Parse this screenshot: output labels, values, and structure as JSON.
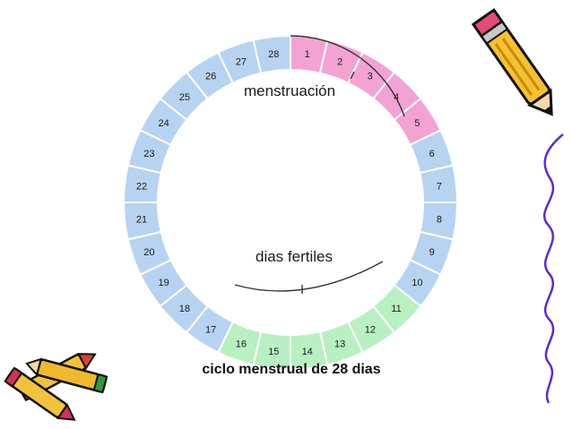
{
  "cycle": {
    "days": [
      "1",
      "2",
      "3",
      "4",
      "5",
      "6",
      "7",
      "8",
      "9",
      "10",
      "11",
      "12",
      "13",
      "14",
      "15",
      "16",
      "17",
      "18",
      "19",
      "20",
      "21",
      "22",
      "23",
      "24",
      "25",
      "26",
      "27",
      "28"
    ],
    "menstruation_days": [
      1,
      2,
      3,
      4,
      5
    ],
    "fertile_days": [
      11,
      12,
      13,
      14,
      15,
      16
    ],
    "menstruation_label": "menstruación",
    "fertile_label": "dias fertiles",
    "caption": "ciclo menstrual de 28 dias"
  },
  "colors": {
    "menstruation": "#f2a3d3",
    "fertile": "#b8f0c2",
    "other": "#b7d3f2",
    "separator": "#ffffff",
    "bracket": "#333333",
    "squiggle": "#5a2bd6"
  },
  "icons": [
    "pencil-icon",
    "crayons-icon"
  ]
}
